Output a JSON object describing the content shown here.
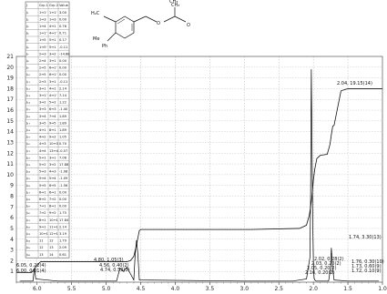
{
  "chart_data": {
    "type": "line",
    "title": "",
    "xlabel": "",
    "ylabel": "",
    "xlim": [
      6.3,
      1.0
    ],
    "ylim": [
      0,
      21
    ],
    "grid": true,
    "x_ticks": [
      "6.0",
      "5.5",
      "5.0",
      "4.5",
      "4.0",
      "3.5",
      "3.0",
      "2.5",
      "2.0",
      "1.5",
      "1.0"
    ],
    "y_ticks": [
      "1",
      "2",
      "3",
      "4",
      "5",
      "6",
      "7",
      "8",
      "9",
      "10",
      "11",
      "12",
      "13",
      "14",
      "15",
      "16",
      "17",
      "18",
      "19",
      "20",
      "21"
    ],
    "spectrum": {
      "x": [
        6.25,
        6.06,
        6.05,
        6.04,
        6.02,
        5.7,
        5.6,
        4.85,
        4.8,
        4.75,
        4.7,
        4.6,
        4.58,
        4.56,
        4.54,
        4.52,
        3.0,
        2.3,
        2.1,
        2.05,
        2.04,
        2.03,
        2.02,
        2.01,
        2.0,
        1.99,
        1.98,
        1.96,
        1.78,
        1.75,
        1.74,
        1.72,
        1.7,
        1.5,
        1.2,
        1.05
      ],
      "y": [
        0.1,
        0.1,
        0.7,
        1.3,
        0.3,
        0.1,
        0.1,
        0.1,
        1.3,
        1.0,
        1.4,
        0.2,
        2.6,
        3.9,
        2.5,
        0.2,
        0.1,
        0.1,
        0.3,
        2.3,
        8.0,
        19.8,
        13.0,
        6.0,
        2.0,
        0.4,
        0.2,
        0.1,
        0.1,
        1.3,
        3.2,
        1.2,
        0.2,
        0.1,
        0.1,
        0.1
      ]
    },
    "integral": {
      "x": [
        6.3,
        6.08,
        6.0,
        5.95,
        4.8,
        4.7,
        4.65,
        4.6,
        4.56,
        4.52,
        4.5,
        2.9,
        2.2,
        2.1,
        2.06,
        2.04,
        2.02,
        2.0,
        1.98,
        1.95,
        1.9,
        1.8,
        1.76,
        1.74,
        1.72,
        1.7,
        1.6,
        1.5,
        1.0
      ],
      "y": [
        0.9,
        0.9,
        1.6,
        1.9,
        1.9,
        1.9,
        2.0,
        2.4,
        3.5,
        4.8,
        4.9,
        4.9,
        5.0,
        5.3,
        6.2,
        7.0,
        8.0,
        9.5,
        10.5,
        11.5,
        11.8,
        11.9,
        12.8,
        13.7,
        14.5,
        14.6,
        17.8,
        18.0,
        18.0
      ]
    },
    "peak_labels": [
      {
        "text": "6.05, 0.22(4)",
        "x": 6.05
      },
      {
        "text": "6.00, 0.31(4)",
        "x": 6.0
      },
      {
        "text": "4.80, 1.05(3)",
        "x": 4.8
      },
      {
        "text": "4.56, 0.40(2)",
        "x": 4.56
      },
      {
        "text": "4.74, 0.53(3)",
        "x": 4.74
      },
      {
        "text": "2.04, 19.15(14)",
        "x": 2.04
      },
      {
        "text": "2.02, 0.28(2)",
        "x": 2.02
      },
      {
        "text": "2.03, 0.20(2)",
        "x": 2.03
      },
      {
        "text": "2.05, 0.20(2)",
        "x": 2.05
      },
      {
        "text": "2.16, 0.20(2)",
        "x": 2.16
      },
      {
        "text": "1.74, 3.30(13)",
        "x": 1.74
      },
      {
        "text": "1.76, 0.30(10)",
        "x": 1.76
      },
      {
        "text": "1.73, 0.60(9)",
        "x": 1.73
      },
      {
        "text": "1.72, 0.10(9)",
        "x": 1.72
      }
    ],
    "coupling_table": {
      "headers": [
        "J",
        "Grp 1",
        "Grp 2",
        "Value"
      ],
      "rows": [
        [
          "J₁",
          "1↔1'",
          "1↔1'",
          "3.00"
        ],
        [
          "J₂",
          "1↔3",
          "1↔3",
          "0.00"
        ],
        [
          "J₃",
          "1↔4",
          "4↔1",
          "0.76"
        ],
        [
          "J₄",
          "1↔1'",
          "4↔1'",
          "0.71"
        ],
        [
          "J₅",
          "1↔5",
          "5↔1",
          "0.17"
        ],
        [
          "J₆",
          "1↔5'",
          "5↔1",
          "-0.11"
        ],
        [
          "J₇",
          "2↔3",
          "3↔2",
          "-14.88"
        ],
        [
          "J₈",
          "2↔4",
          "3↔1",
          "0.00"
        ],
        [
          "J₉",
          "2↔5",
          "6↔1'",
          "0.00"
        ],
        [
          "J₁₀",
          "2↔5",
          "6↔1'",
          "0.00"
        ],
        [
          "J₁₁",
          "2↔3",
          "3↔1",
          "-0.11"
        ],
        [
          "J₁₂",
          "3↔1",
          "4↔1",
          "2.14"
        ],
        [
          "J₁₃",
          "3↔1'",
          "4↔1'",
          "7.14"
        ],
        [
          "J₁₄",
          "3↔2",
          "5↔2",
          "1.22"
        ],
        [
          "J₁₅",
          "3↔3",
          "6↔3",
          "-1.40"
        ],
        [
          "J₁₆",
          "3↔4",
          "7↔4",
          "1.89"
        ],
        [
          "J₁₇",
          "3↔5",
          "9↔5",
          "1.89"
        ],
        [
          "J₁₈",
          "4↔1",
          "8↔1",
          "1.89"
        ],
        [
          "J₁₉",
          "4↔2",
          "9↔2",
          "1.05"
        ],
        [
          "J₂₀",
          "4↔3",
          "10↔3",
          "0.70"
        ],
        [
          "J₂₁",
          "4↔4",
          "13↔4",
          "-0.57"
        ],
        [
          "J₂₂",
          "5↔1",
          "3↔1",
          "7.06"
        ],
        [
          "J₂₃",
          "5↔2",
          "3↔2",
          "17.88"
        ],
        [
          "J₂₄",
          "5↔3",
          "4↔3",
          "-1.08"
        ],
        [
          "J₂₅",
          "5↔4",
          "5↔4",
          "-1.09"
        ],
        [
          "J₂₆",
          "5↔5",
          "6↔5",
          "-1.56"
        ],
        [
          "J₂₇",
          "6↔1",
          "6↔1",
          "0.00"
        ],
        [
          "J₂₈",
          "6↔2",
          "7↔2",
          "0.00"
        ],
        [
          "J₂₉",
          "7↔1",
          "8↔1",
          "0.00"
        ],
        [
          "J₃₀",
          "7↔2",
          "9↔2",
          "1.75"
        ],
        [
          "J₃₁",
          "8↔1",
          "10↔1",
          "17.84"
        ],
        [
          "J₃₂",
          "9↔1",
          "11↔1",
          "2.14"
        ],
        [
          "J₃₃",
          "10↔1",
          "12↔1",
          "3.19"
        ],
        [
          "J₃₄",
          "11",
          "12",
          "1.79"
        ],
        [
          "J₃₅",
          "12",
          "13",
          "2.09"
        ],
        [
          "J₃₆",
          "13",
          "14",
          "0.61"
        ]
      ]
    },
    "molecule_labels": [
      "CH₃",
      "H₂C",
      "Me",
      "Ph",
      "O",
      "O",
      "CH₃"
    ]
  }
}
